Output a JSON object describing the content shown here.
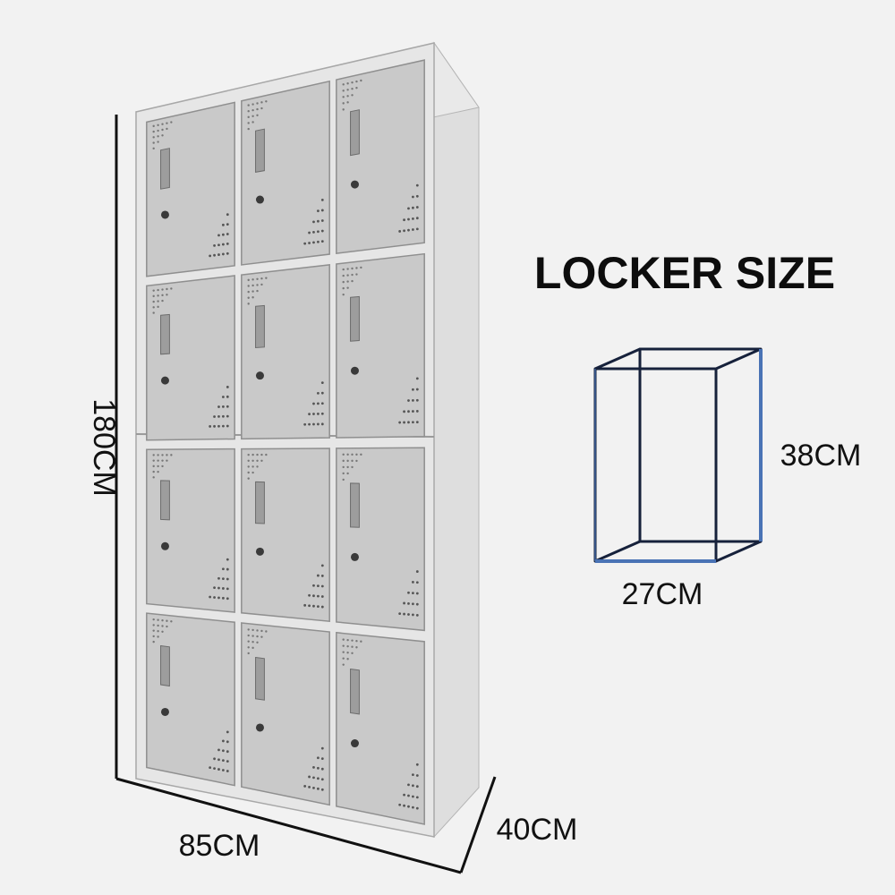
{
  "title": "LOCKER SIZE",
  "cabinet": {
    "rows": 4,
    "columns": 3,
    "height_label": "180CM",
    "width_label": "85CM",
    "depth_label": "40CM"
  },
  "compartment": {
    "height_label": "38CM",
    "width_label": "27CM"
  },
  "colors": {
    "background": "#f2f2f2",
    "door": "#c9c9c9",
    "frame": "#e6e6e6",
    "outline": "#111111",
    "edge_blue": "#4a73b5"
  },
  "icons": [
    "lock-icon",
    "handle-icon",
    "vent-icon"
  ]
}
